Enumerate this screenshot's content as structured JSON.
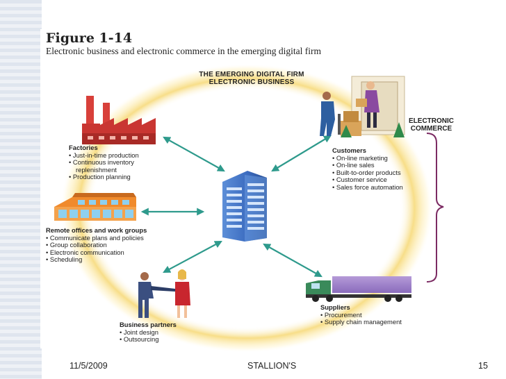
{
  "figure": {
    "title": "Figure 1-14",
    "subtitle": "Electronic business and electronic commerce in the emerging digital firm"
  },
  "header": {
    "line1": "THE EMERGING DIGITAL FIRM",
    "line2": "ELECTRONIC BUSINESS"
  },
  "electronic_commerce": {
    "line1": "ELECTRONIC",
    "line2": "COMMERCE"
  },
  "groups": {
    "factories": {
      "title": "Factories",
      "items": [
        "• Just-in-time production",
        "• Continuous inventory",
        "  replenishment",
        "• Production planning"
      ]
    },
    "remote": {
      "title": "Remote offices and work groups",
      "items": [
        "• Communicate plans and policies",
        "• Group collaboration",
        "• Electronic communication",
        "• Scheduling"
      ]
    },
    "partners": {
      "title": "Business partners",
      "items": [
        "• Joint design",
        "• Outsourcing"
      ]
    },
    "customers": {
      "title": "Customers",
      "items": [
        "• On-line marketing",
        "• On-line sales",
        "• Built-to-order products",
        "• Customer service",
        "• Sales force automation"
      ]
    },
    "suppliers": {
      "title": "Suppliers",
      "items": [
        "• Procurement",
        "• Supply chain management"
      ]
    }
  },
  "footer": {
    "date": "11/5/2009",
    "center": "STALLION'S",
    "page": "15"
  },
  "colors": {
    "arrow": "#2e9a8c",
    "ring": "#f6dd8a",
    "building": "#3d6ec2",
    "factory": "#d8403a",
    "bracket": "#7b2a62"
  }
}
